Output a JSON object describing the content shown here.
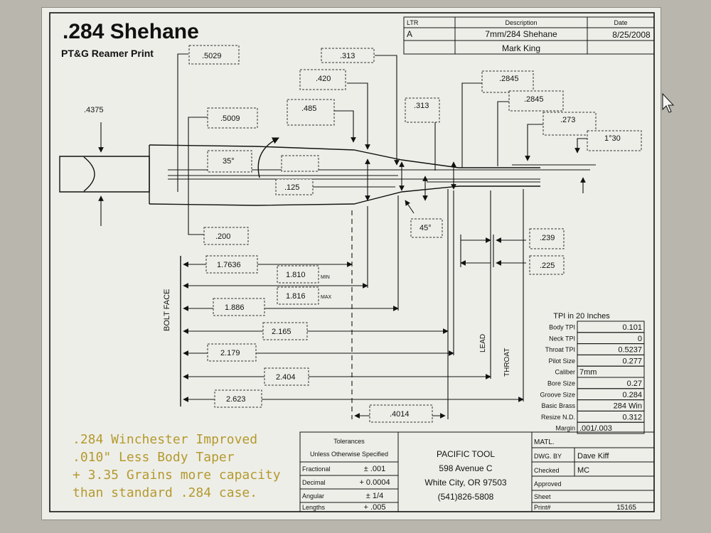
{
  "title": ".284 Shehane",
  "subtitle": "PT&G Reamer Print",
  "revision_table": {
    "headers": [
      "LTR",
      "Description",
      "Date"
    ],
    "row_ltr": "A",
    "row_description": "7mm/284 Shehane",
    "row_date": "8/25/2008",
    "author": "Mark King"
  },
  "dims": {
    "d4375": ".4375",
    "d5029": ".5029",
    "d5009": ".5009",
    "d313a": ".313",
    "d420": ".420",
    "d485": ".485",
    "d313b": ".313",
    "d2845a": ".2845",
    "d2845b": ".2845",
    "d273": ".273",
    "d130": "1°30",
    "d35": "35°",
    "d125": ".125",
    "d45": "45°",
    "d200": ".200",
    "d239": ".239",
    "d225": ".225",
    "d17636": "1.7636",
    "d1810": "1.810",
    "min": "MIN",
    "d1816": "1.816",
    "max": "MAX",
    "d1886": "1.886",
    "d2165": "2.165",
    "d2179": "2.179",
    "d2404": "2.404",
    "d2623": "2.623",
    "d4014": ".4014"
  },
  "labels": {
    "bolt_face": "BOLT FACE",
    "lead": "LEAD",
    "throat": "THROAT"
  },
  "tpi": {
    "header": "TPI in 20 Inches",
    "rows": [
      {
        "label": "Body TPI",
        "value": "0.101"
      },
      {
        "label": "Neck TPI",
        "value": "0"
      },
      {
        "label": "Throat TPI",
        "value": "0.5237"
      },
      {
        "label": "Pilot Size",
        "value": "0.277"
      },
      {
        "label": "Caliber",
        "value": "7mm"
      },
      {
        "label": "Bore Size",
        "value": "0.27"
      },
      {
        "label": "Groove Size",
        "value": "0.284"
      },
      {
        "label": "Basic Brass",
        "value": "284 Win"
      },
      {
        "label": "Resize N.D.",
        "value": "0.312"
      },
      {
        "label": "Margin",
        "value": ".001/.003"
      }
    ]
  },
  "notes": [
    ".284 Winchester Improved",
    ".010\" Less Body Taper",
    "+ 3.35 Grains more capacity",
    "than standard .284 case."
  ],
  "tolerances": {
    "title": "Tolerances",
    "subtitle": "Unless Otherwise Specified",
    "rows": [
      {
        "label": "Fractional",
        "value": "± .001"
      },
      {
        "label": "Decimal",
        "value": "+ 0.0004"
      },
      {
        "label": "Angular",
        "value": "± 1/4"
      },
      {
        "label": "Lengths",
        "value": "+ .005"
      }
    ]
  },
  "company": {
    "name": "PACIFIC TOOL",
    "address": "598 Avenue C",
    "city": "White City, OR 97503",
    "phone": "(541)826-5808"
  },
  "title_block": {
    "matl": "MATL.",
    "dwg_by_label": "DWG. BY",
    "dwg_by_value": "Dave Kiff",
    "checked_label": "Checked",
    "checked_value": "MC",
    "approved_label": "Approved",
    "sheet_label": "Sheet",
    "print_label": "Print#",
    "print_value": "15165"
  },
  "colors": {
    "ink": "#111111",
    "note_text": "#b39a2e",
    "sheet": "#eeeee9",
    "background": "#b9b6ad"
  }
}
